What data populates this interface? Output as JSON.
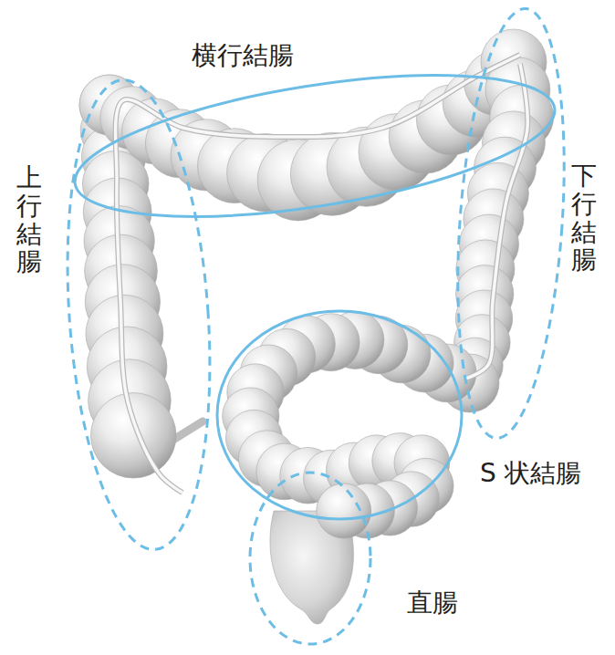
{
  "diagram": {
    "labels": [
      "横行結腸",
      "上行結腸",
      "下行結腸",
      "S 状結腸",
      "直腸"
    ]
  }
}
